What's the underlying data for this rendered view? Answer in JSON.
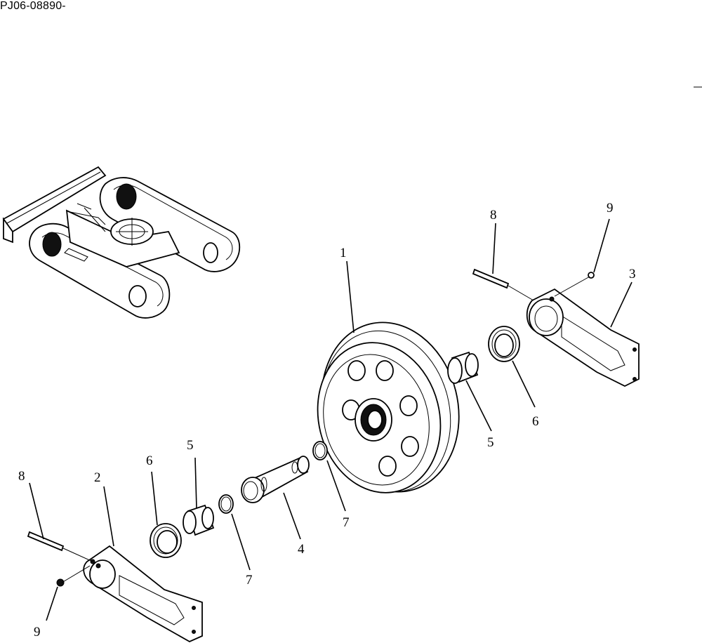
{
  "document": {
    "reference": "PJ06-08890-"
  },
  "callouts": {
    "c1": "1",
    "c2": "2",
    "c3": "3",
    "c4": "4",
    "c5_left": "5",
    "c5_right": "5",
    "c6_left": "6",
    "c6_right": "6",
    "c7_left": "7",
    "c7_right": "7",
    "c8_left": "8",
    "c8_right": "8",
    "c9_left": "9",
    "c9_right": "9"
  },
  "parts": [
    {
      "id": "idler-wheel",
      "callout": "1"
    },
    {
      "id": "left-yoke",
      "callout": "2"
    },
    {
      "id": "right-yoke",
      "callout": "3"
    },
    {
      "id": "shaft",
      "callout": "4"
    },
    {
      "id": "bushing",
      "callout": "5"
    },
    {
      "id": "floating-seal",
      "callout": "6"
    },
    {
      "id": "o-ring",
      "callout": "7"
    },
    {
      "id": "pin",
      "callout": "8"
    },
    {
      "id": "plug",
      "callout": "9"
    }
  ]
}
